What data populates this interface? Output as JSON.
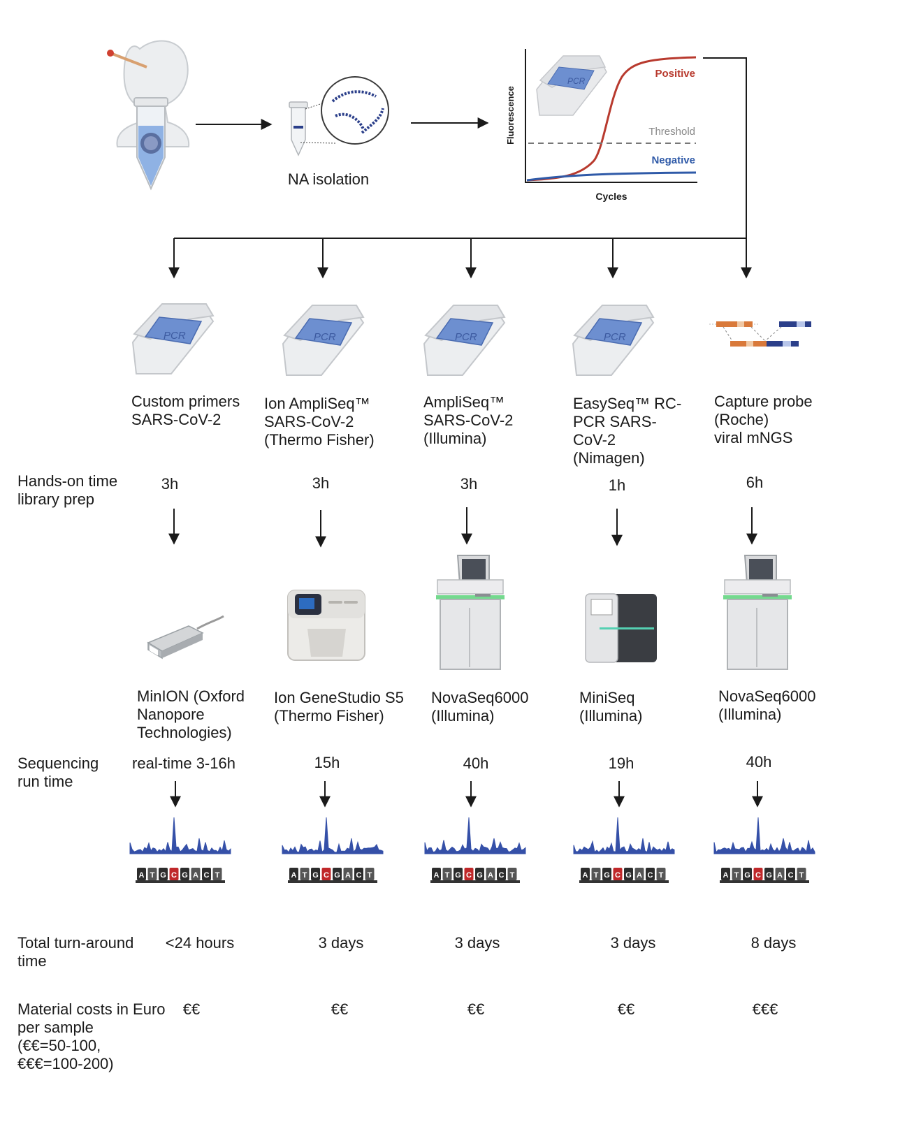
{
  "top": {
    "na_isolation": "NA isolation",
    "qpcr": {
      "y_axis": "Fluorescence",
      "x_axis": "Cycles",
      "positive": "Positive",
      "threshold": "Threshold",
      "negative": "Negative",
      "device_label": "PCR"
    }
  },
  "row_headers": {
    "hands_on": "Hands-on time\nlibrary prep",
    "sequencing": "Sequencing\nrun time",
    "turnaround": "Total turn-around\ntime",
    "costs": "Material costs in Euro\nper sample\n(€€=50-100,\n€€€=100-200)"
  },
  "workflows": [
    {
      "library_kit": "Custom primers\nSARS-CoV-2",
      "hands_on": "3h",
      "sequencer": "MinION (Oxford\nNanopore\nTechnologies)",
      "run_time": "real-time 3-16h",
      "turnaround": "<24 hours",
      "cost": "€€"
    },
    {
      "library_kit": "Ion AmpliSeq™\nSARS-CoV-2\n(Thermo Fisher)",
      "hands_on": "3h",
      "sequencer": "Ion GeneStudio S5\n(Thermo Fisher)",
      "run_time": "15h",
      "turnaround": "3 days",
      "cost": "€€"
    },
    {
      "library_kit": "AmpliSeq™\nSARS-CoV-2\n(Illumina)",
      "hands_on": "3h",
      "sequencer": "NovaSeq6000\n(Illumina)",
      "run_time": "40h",
      "turnaround": "3 days",
      "cost": "€€"
    },
    {
      "library_kit": "EasySeq™ RC-\nPCR SARS-\nCoV-2\n(Nimagen)",
      "hands_on": "1h",
      "sequencer": "MiniSeq\n(Illumina)",
      "run_time": "19h",
      "turnaround": "3 days",
      "cost": "€€"
    },
    {
      "library_kit": "Capture probe\n(Roche)\nviral mNGS",
      "hands_on": "6h",
      "sequencer": "NovaSeq6000\n(Illumina)",
      "run_time": "40h",
      "turnaround": "8 days",
      "cost": "€€€"
    }
  ],
  "pcr_device_label": "PCR",
  "dna_letters": [
    "A",
    "T",
    "G",
    "C",
    "G",
    "A",
    "C",
    "T"
  ]
}
